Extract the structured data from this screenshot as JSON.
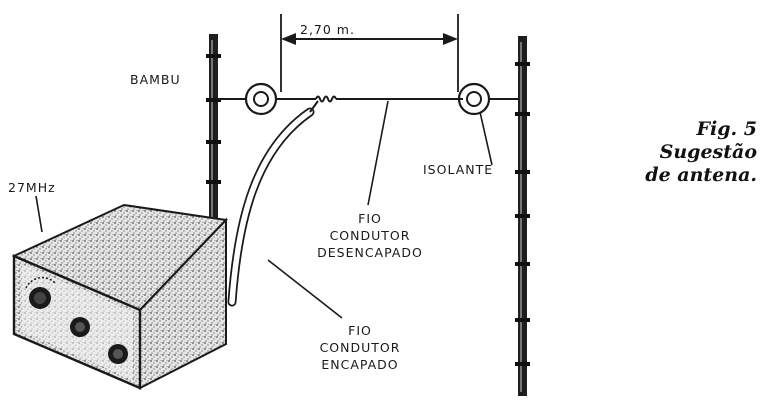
{
  "diagram": {
    "dimension_label": "2,70 m.",
    "bambu_label": "BAMBU",
    "frequency_label": "27MHz",
    "isolante_label": "ISOLANTE",
    "bare_wire_label": [
      "FIO",
      "CONDUTOR",
      "DESENCAPADO"
    ],
    "insulated_wire_label": [
      "FIO",
      "CONDUTOR",
      "ENCAPADO"
    ]
  },
  "caption": {
    "line1": "Fig. 5",
    "line2": "Sugestão",
    "line3": "de antena."
  },
  "colors": {
    "ink": "#1a1a1a",
    "background": "#ffffff",
    "box_texture": "#bdbdbd"
  }
}
